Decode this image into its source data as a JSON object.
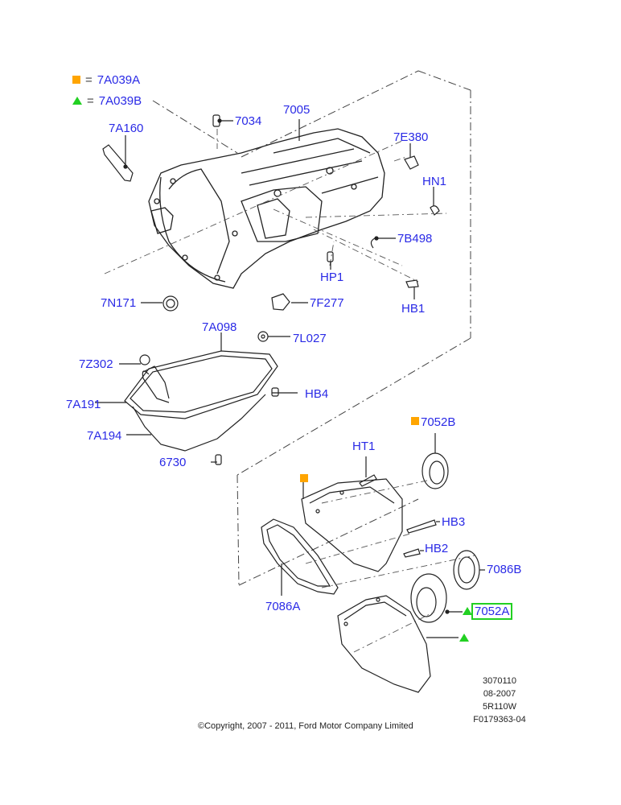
{
  "legend": [
    {
      "symbol": "orange-square",
      "color": "#ffa500",
      "equals": "=",
      "code": "7A039A"
    },
    {
      "symbol": "green-triangle",
      "color": "#22d022",
      "equals": "=",
      "code": "7A039B"
    }
  ],
  "callouts": {
    "p7A160": "7A160",
    "p7034": "7034",
    "p7005": "7005",
    "p7E380": "7E380",
    "pHN1": "HN1",
    "p7B498": "7B498",
    "pHP1": "HP1",
    "pHB1": "HB1",
    "p7N171": "7N171",
    "p7F277": "7F277",
    "p7A098": "7A098",
    "p7L027": "7L027",
    "p7Z302": "7Z302",
    "pHB4": "HB4",
    "p7A191": "7A191",
    "p7A194": "7A194",
    "p6730": "6730",
    "p7052B": "7052B",
    "pHT1": "HT1",
    "pHB3": "HB3",
    "pHB2": "HB2",
    "p7086B": "7086B",
    "p7086A": "7086A",
    "p7052A": "7052A"
  },
  "highlighted_part": "7052A",
  "colors": {
    "label": "#2a2ae6",
    "highlight": "#22d022",
    "orange_marker": "#ffa500",
    "green_marker": "#22d022"
  },
  "footer": {
    "codes": [
      "3070110",
      "08-2007",
      "5R110W",
      "F0179363-04"
    ],
    "copyright": "©Copyright, 2007 - 2011, Ford Motor Company Limited"
  }
}
